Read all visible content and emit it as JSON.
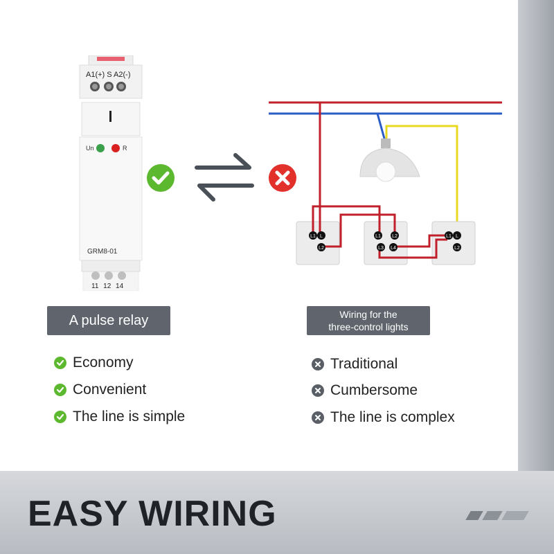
{
  "relay": {
    "top_terminals": "A1(+) S A2(-)",
    "led_un": "Un",
    "led_r": "R",
    "model": "GRM8-01",
    "bottom_terminals": "11 12 14"
  },
  "relay_label": "A pulse relay",
  "wiring_label_line1": "Wiring for the",
  "wiring_label_line2": "three-control lights",
  "switch_terminals": {
    "s1": [
      "L1",
      "L",
      "L2"
    ],
    "s2": [
      "L1",
      "L2",
      "L3",
      "L4"
    ],
    "s3": [
      "L1",
      "L",
      "L2"
    ]
  },
  "pros": [
    "Economy",
    "Convenient",
    "The line is simple"
  ],
  "cons": [
    "Traditional",
    "Cumbersome",
    "The line is complex"
  ],
  "headline": "EASY WIRING",
  "colors": {
    "accent_green": "#5cb82e",
    "accent_red": "#e2302b",
    "label_bg": "#5f646d",
    "wire_red": "#c0202a",
    "wire_blue": "#2a5cc8",
    "wire_yellow": "#e8d820",
    "bottom_band": "#c9ccd1"
  }
}
